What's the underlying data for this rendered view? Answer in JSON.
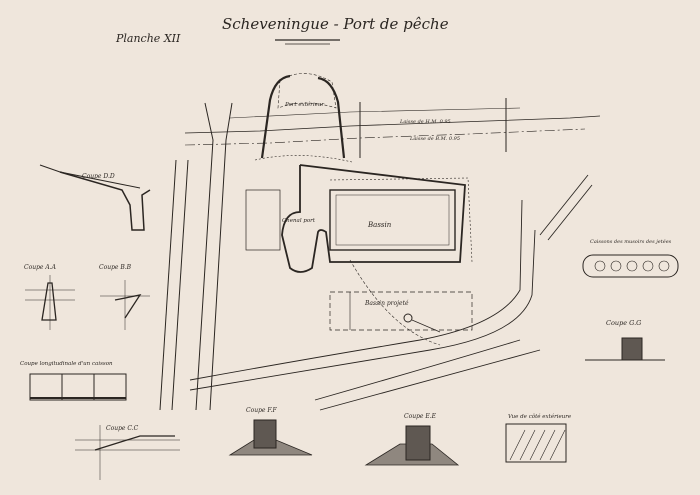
{
  "plate": {
    "title": "Scheveningue - Port de pêche",
    "planche": "Planche XII",
    "ink_color": "#2b2622",
    "paper_color": "#efe6dc"
  },
  "map": {
    "port_exterieur": "Port extérieur",
    "bassin": "Bassin",
    "chenal_port": "Chenal port",
    "bassin_projete": "Bassin projeté",
    "haute_mer": "Laisse de H.M. 0.95",
    "basse_mer": "Laisse de B.M. 0.95"
  },
  "sections": {
    "coupe_dd": "Coupe D.D",
    "coupe_aa": "Coupe A.A",
    "coupe_bb": "Coupe B.B",
    "coupe_long": "Coupe longitudinale d'un caisson",
    "coupe_cc": "Coupe C.C",
    "coupe_ff": "Coupe F.F",
    "coupe_ee": "Coupe E.E",
    "vue_cote": "Vue de côté extérieure",
    "coupe_gg": "Coupe G.G",
    "caissons": "Caissons des musoirs des jetées"
  }
}
